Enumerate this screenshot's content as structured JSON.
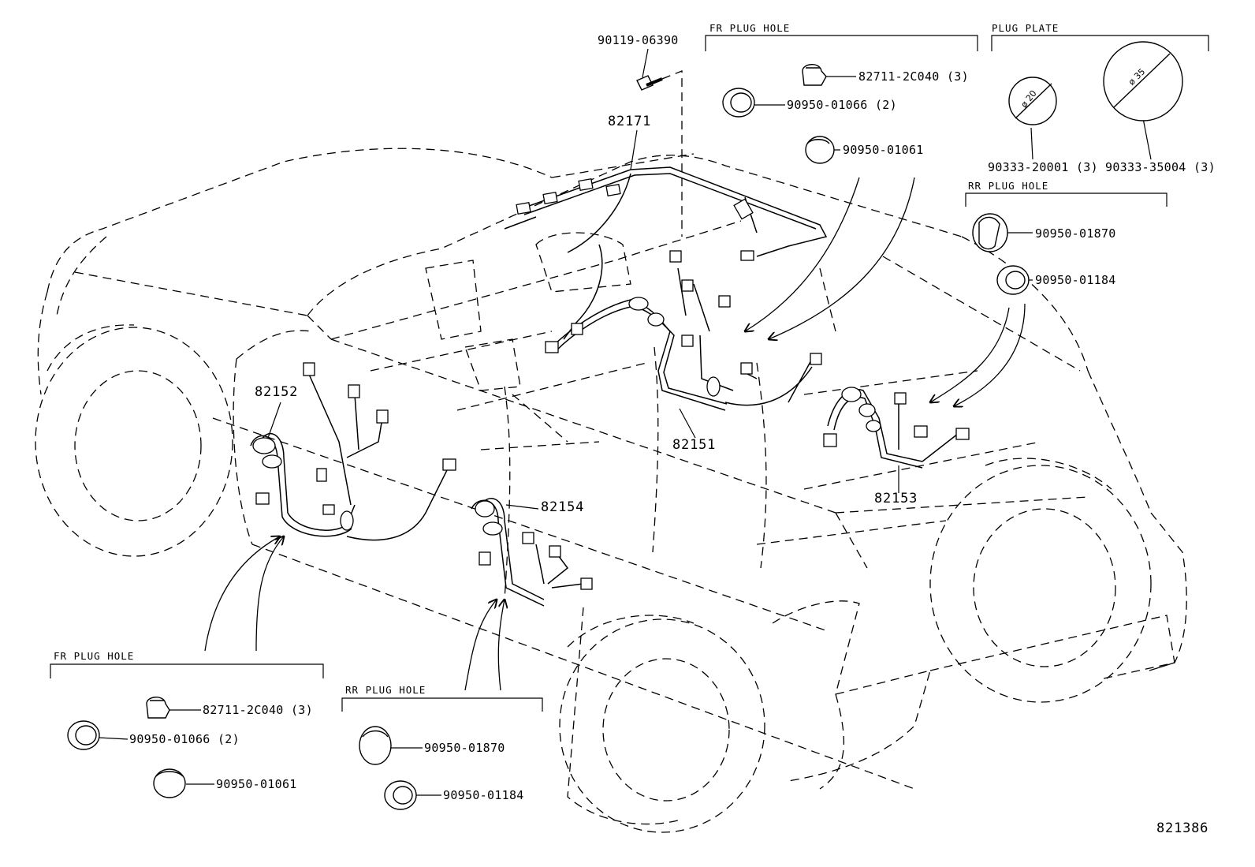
{
  "diagram_id": "821386",
  "icons": [
    "bolt-icon",
    "clip-icon",
    "plug-hole-icon",
    "plug-plate-icon",
    "connector-icon",
    "arrow-icon"
  ],
  "colors": {
    "line": "#000000",
    "background": "#ffffff"
  },
  "top_bolt": {
    "part_no": "90119-06390"
  },
  "harness_parts": {
    "roof": "82171",
    "front_left": "82152",
    "front_right": "82151",
    "rear_left": "82154",
    "rear_right": "82153"
  },
  "fr_plug_hole_top": {
    "title": "FR PLUG HOLE",
    "clip": "82711-2C040 (3)",
    "grommet": "90950-01066 (2)",
    "plug": "90950-01061"
  },
  "plug_plate": {
    "title": "PLUG PLATE",
    "small": {
      "part_no": "90333-20001 (3)",
      "dimension": "ø 20"
    },
    "large": {
      "part_no": "90333-35004 (3)",
      "dimension": "ø 35"
    }
  },
  "rr_plug_hole_top": {
    "title": "RR PLUG HOLE",
    "plug": "90950-01870",
    "grommet": "90950-01184"
  },
  "fr_plug_hole_bottom": {
    "title": "FR PLUG HOLE",
    "clip": "82711-2C040 (3)",
    "grommet": "90950-01066 (2)",
    "plug": "90950-01061"
  },
  "rr_plug_hole_bottom": {
    "title": "RR PLUG HOLE",
    "plug": "90950-01870",
    "grommet": "90950-01184"
  }
}
